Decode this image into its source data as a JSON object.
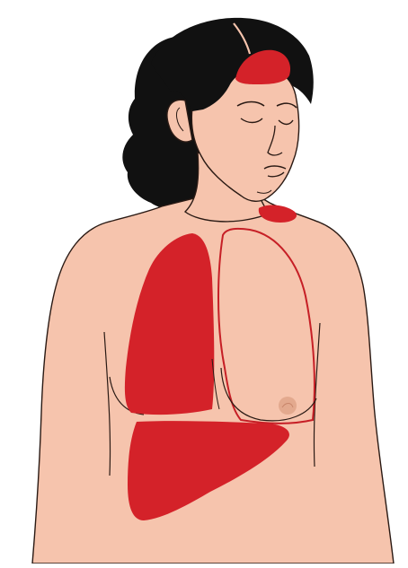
{
  "figure": {
    "subject": "woman-upper-body-illustration",
    "highlighted_regions": [
      "scalp-region",
      "neck-region",
      "right-lung",
      "liver"
    ],
    "outlined_regions": [
      "left-lung"
    ],
    "colors": {
      "background": "#ffffff",
      "skin": "#f6c4ad",
      "skin_outline": "#2a1a14",
      "hair": "#111111",
      "highlight": "#d42229",
      "highlight_outline": "#c61f26",
      "nipple": "#e3a98e"
    }
  }
}
